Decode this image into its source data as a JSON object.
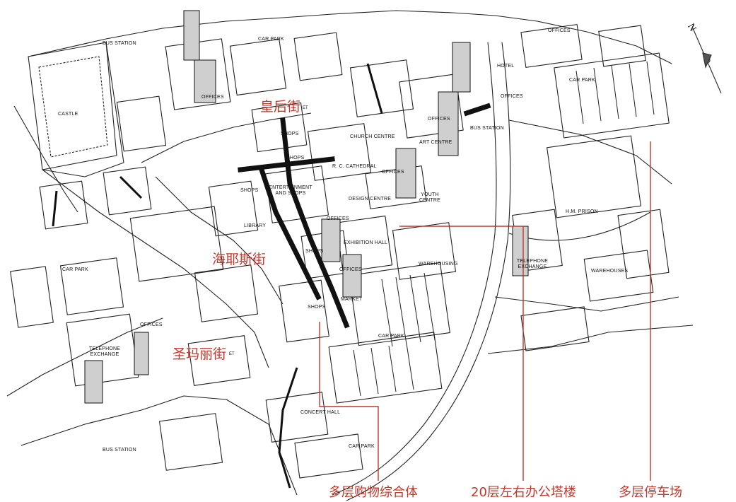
{
  "streets": {
    "queen_street": "皇后街",
    "hayes_street": "海耶斯街",
    "st_mary_street": "圣玛丽街",
    "et_suffix": "ET"
  },
  "legend": {
    "shopping_complex": "多层购物综合体",
    "office_towers": "20层左右办公塔楼",
    "car_park": "多层停车场"
  },
  "compass": {
    "letter": "N"
  },
  "map_labels": {
    "bus_station_nw": "BUS STATION",
    "castle": "CASTLE",
    "car_park_n": "CAR PARK",
    "offices_nw": "OFFICES",
    "shops_n": "SHOPS",
    "shops_2": "SHOPS",
    "shops_w": "SHOPS",
    "entertainment_shops": "ENTERTAINMENT AND SHOPS",
    "library": "LIBRARY",
    "church_centre": "CHURCH CENTRE",
    "rc_cathedral": "R. C. CATHEDRAL",
    "art_centre": "ART CENTRE",
    "offices_centre": "OFFICES",
    "offices_mid": "OFFICES",
    "design_centre": "DESIGN CENTRE",
    "youth_centre": "YOUTH CENTRE",
    "offices_east": "OFFICES",
    "exhibition_hall": "EXHIBITION HALL",
    "shops_mid": "SHOPS",
    "offices_lower": "OFFICES",
    "warehousing": "WAREHOUSING",
    "market": "MARKET",
    "shops_s": "SHOPS",
    "car_park_centre": "CAR PARK",
    "concert_hall": "CONCERT HALL",
    "car_park_s": "CAR PARK",
    "bus_station_s": "BUS STATION",
    "car_park_w": "CAR PARK",
    "offices_w": "OFFICES",
    "telephone_exchange_w": "TELEPHONE EXCHANGE",
    "bus_station_ne": "BUS STATION",
    "hotel": "HOTEL",
    "offices_ne": "OFFICES",
    "offices_ne2": "OFFICES",
    "car_park_ne": "CAR PARK",
    "hm_prison": "H.M. PRISON",
    "telephone_exchange_e": "TELEPHONE EXCHANGE",
    "warehouses": "WAREHOUSES"
  }
}
